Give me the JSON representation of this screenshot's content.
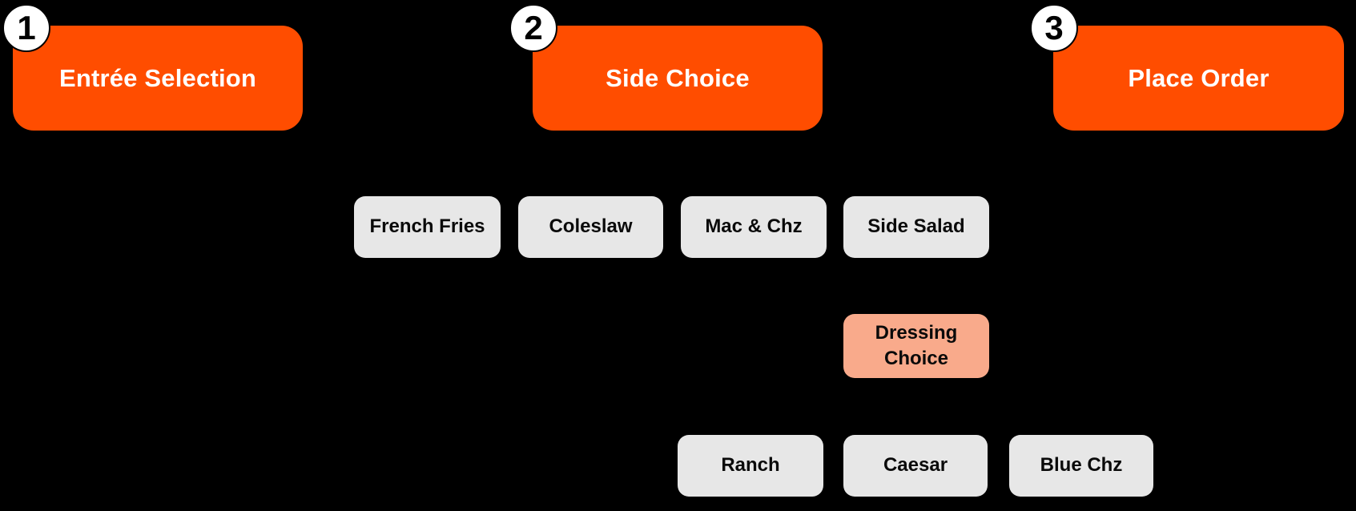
{
  "diagram": {
    "steps": [
      {
        "number": "1",
        "label": "Entrée Selection"
      },
      {
        "number": "2",
        "label": "Side Choice"
      },
      {
        "number": "3",
        "label": "Place Order"
      }
    ],
    "side_options": [
      {
        "label": "French Fries"
      },
      {
        "label": "Coleslaw"
      },
      {
        "label": "Mac & Chz"
      },
      {
        "label": "Side Salad"
      }
    ],
    "dressing_prompt": {
      "label": "Dressing Choice"
    },
    "dressing_options": [
      {
        "label": "Ranch"
      },
      {
        "label": "Caesar"
      },
      {
        "label": "Blue Chz"
      }
    ],
    "colors": {
      "background": "#000000",
      "step_fill": "#FF4D00",
      "step_text": "#FFFFFF",
      "option_fill": "#E7E7E7",
      "option_text": "#0A0A0A",
      "prompt_fill": "#F9AA8B",
      "badge_fill": "#FFFFFF",
      "badge_border": "#000000",
      "badge_text": "#000000"
    }
  }
}
